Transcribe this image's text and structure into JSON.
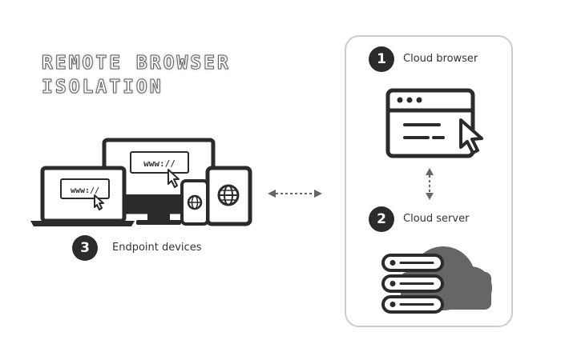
{
  "title": {
    "line1": "REMOTE BROWSER",
    "line2": "ISOLATION"
  },
  "steps": [
    {
      "number": "1",
      "label": "Cloud browser"
    },
    {
      "number": "2",
      "label": "Cloud server"
    },
    {
      "number": "3",
      "label": "Endpoint devices"
    }
  ],
  "devices": {
    "monitor_url": "www://",
    "laptop_url": "www://"
  },
  "colors": {
    "dark": "#2b2b2b",
    "cloud": "#666666",
    "panel_border": "#cccccc"
  },
  "icons": [
    "cursor-icon",
    "globe-icon",
    "server-icon",
    "cloud-icon",
    "browser-window-icon"
  ]
}
